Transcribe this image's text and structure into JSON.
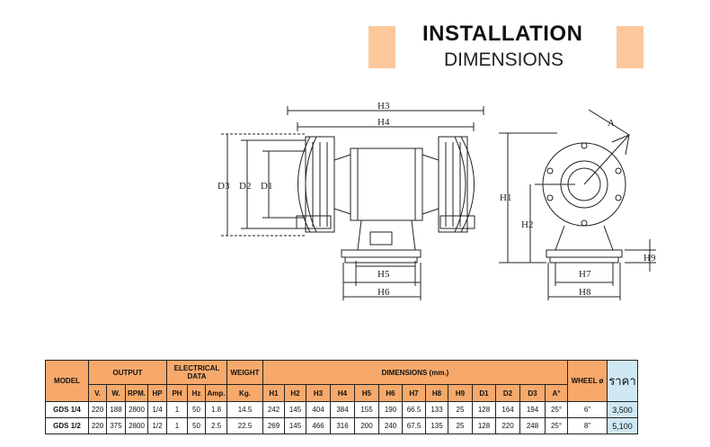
{
  "title": {
    "main": "INSTALLATION",
    "sub": "DIMENSIONS"
  },
  "colors": {
    "accent": "#fcc89b",
    "header": "#f7a96b",
    "price_cell": "#cfe8f4"
  },
  "drawing_labels": {
    "h1": "H1",
    "h2": "H2",
    "h3": "H3",
    "h4": "H4",
    "h5": "H5",
    "h6": "H6",
    "h7": "H7",
    "h8": "H8",
    "h9": "H9",
    "d1": "D1",
    "d2": "D2",
    "d3": "D3",
    "a": "A"
  },
  "table": {
    "group_headers": {
      "model": "MODEL",
      "output": "OUTPUT",
      "electrical": "ELECTRICAL DATA",
      "weight": "WEIGHT",
      "dimensions": "DIMENSIONS (mm.)",
      "wheel": "WHEEL ø",
      "price": "ราคา"
    },
    "sub_headers": [
      "V.",
      "W.",
      "RPM.",
      "HP",
      "PH",
      "Hz",
      "Amp.",
      "Kg.",
      "H1",
      "H2",
      "H3",
      "H4",
      "H5",
      "H6",
      "H7",
      "H8",
      "H9",
      "D1",
      "D2",
      "D3",
      "A°"
    ],
    "rows": [
      {
        "model": "GDS 1/4",
        "cells": [
          "220",
          "188",
          "2800",
          "1/4",
          "1",
          "50",
          "1.8",
          "14.5",
          "242",
          "145",
          "404",
          "384",
          "155",
          "190",
          "66.5",
          "133",
          "25",
          "128",
          "164",
          "194",
          "25°"
        ],
        "wheel": "6\"",
        "price": "3,500"
      },
      {
        "model": "GDS 1/2",
        "cells": [
          "220",
          "375",
          "2800",
          "1/2",
          "1",
          "50",
          "2.5",
          "22.5",
          "269",
          "145",
          "466",
          "316",
          "200",
          "240",
          "67.5",
          "135",
          "25",
          "128",
          "220",
          "248",
          "25°"
        ],
        "wheel": "8\"",
        "price": "5,100"
      }
    ]
  }
}
